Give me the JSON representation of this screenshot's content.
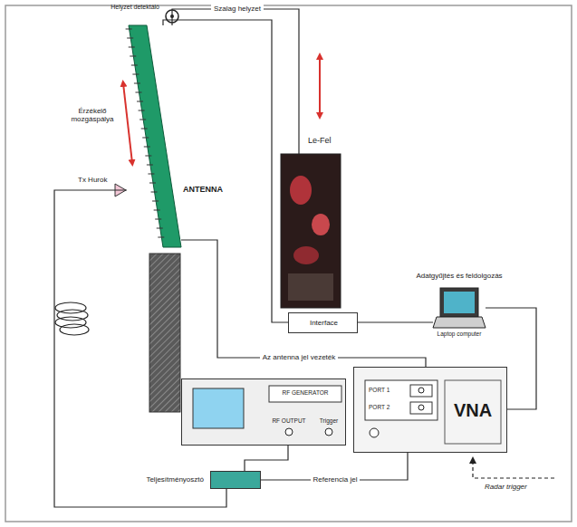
{
  "diagram": {
    "nodes": [
      {
        "text": [
          "ANTENNA"
        ]
      },
      {
        "text": [
          "Le-Fel"
        ]
      },
      {
        "text": [
          "Interface"
        ]
      },
      {
        "text": [
          "Adatgyűjtés és feldolgozás",
          "Laptop computer"
        ]
      },
      {
        "text": [
          "RF GENERATOR",
          "RF OUTPUT",
          "Trigger"
        ]
      },
      {
        "text": [
          "VNA",
          "PORT 1",
          "PORT 2"
        ]
      },
      {
        "text": [
          "Teljesítményosztó"
        ]
      }
    ],
    "edges": [
      {
        "from": 0,
        "to": 1,
        "arrow": "none",
        "label": "Szalag helyzet"
      },
      {
        "from": 0,
        "to": 2,
        "arrow": "none"
      },
      {
        "from": 2,
        "to": 3,
        "arrow": "none"
      },
      {
        "from": 3,
        "to": 5,
        "arrow": "none"
      },
      {
        "from": 0,
        "to": 5,
        "arrow": "none",
        "label": "Az antenna jel vezeték"
      },
      {
        "from": 4,
        "to": 6,
        "arrow": "none"
      },
      {
        "from": 6,
        "to": 5,
        "arrow": "none",
        "label": "Referencia jel"
      },
      {
        "from": 6,
        "to": 0,
        "arrow": "none"
      }
    ],
    "labels": [
      "Helyzet detektáló",
      "Érzékelő mozgáspálya",
      "Tx Hurok",
      "Radar trigger"
    ]
  }
}
